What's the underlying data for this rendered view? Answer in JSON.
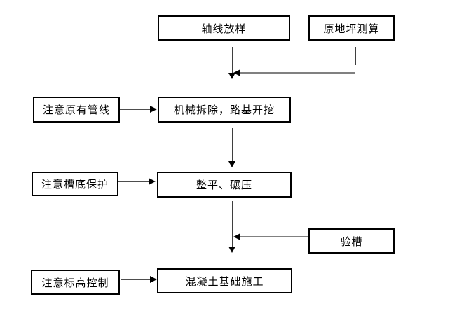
{
  "flowchart": {
    "colors": {
      "background": "#ffffff",
      "node_border": "#000000",
      "text": "#000000",
      "line_dark": "#3f3f3f",
      "line_gray": "#808080",
      "arrowhead": "#000000"
    },
    "nodes": {
      "axis_layout": {
        "label": "轴线放样"
      },
      "ground_measurement": {
        "label": "原地坪测算"
      },
      "note_existing_pipelines": {
        "label": "注意原有管线"
      },
      "demolition_excavation": {
        "label": "机械拆除，路基开挖"
      },
      "note_trench_bottom_protection": {
        "label": "注意槽底保护"
      },
      "leveling_rolling": {
        "label": "整平、碾压"
      },
      "trench_inspection": {
        "label": "验槽"
      },
      "note_elevation_control": {
        "label": "注意标高控制"
      },
      "concrete_foundation": {
        "label": "混凝土基础施工"
      }
    }
  }
}
